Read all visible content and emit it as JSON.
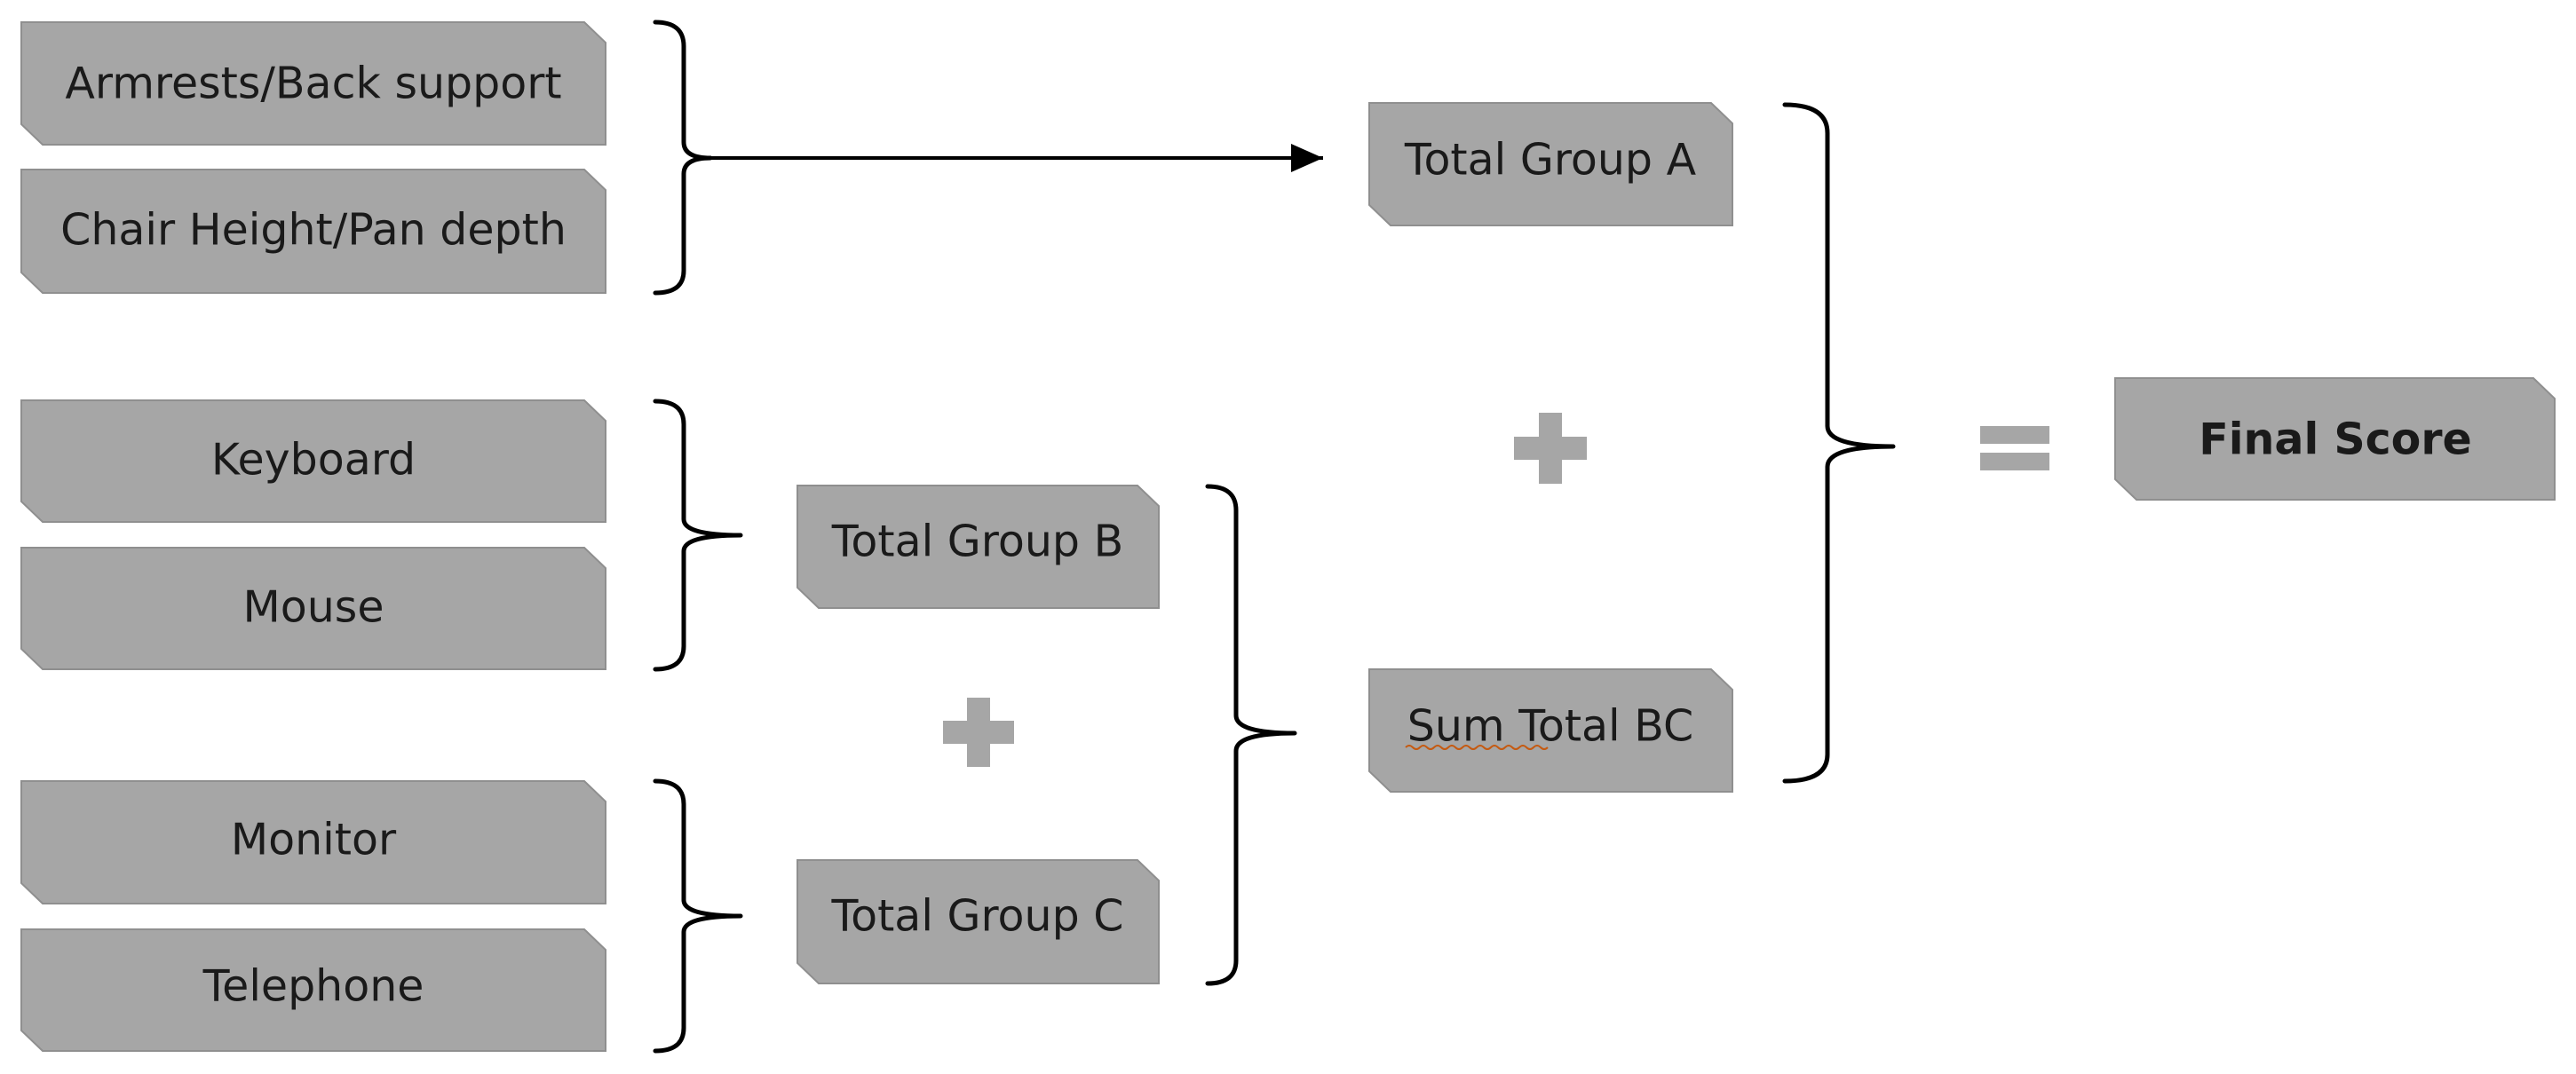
{
  "diagram": {
    "inputs": {
      "armrests": "Armrests/Back support",
      "chair": "Chair Height/Pan depth",
      "keyboard": "Keyboard",
      "mouse": "Mouse",
      "monitor": "Monitor",
      "telephone": "Telephone"
    },
    "totals": {
      "group_a": "Total Group A",
      "group_b": "Total Group B",
      "group_c": "Total Group C",
      "sum_bc": "Sum Total BC"
    },
    "result": "Final Score",
    "colors": {
      "box_fill": "#a6a6a6",
      "box_border": "#8f8f8f",
      "text": "#1a1a1a",
      "bracket": "#000000",
      "operator": "#a6a6a6",
      "spellcheck_underline": "#c55a11"
    }
  }
}
